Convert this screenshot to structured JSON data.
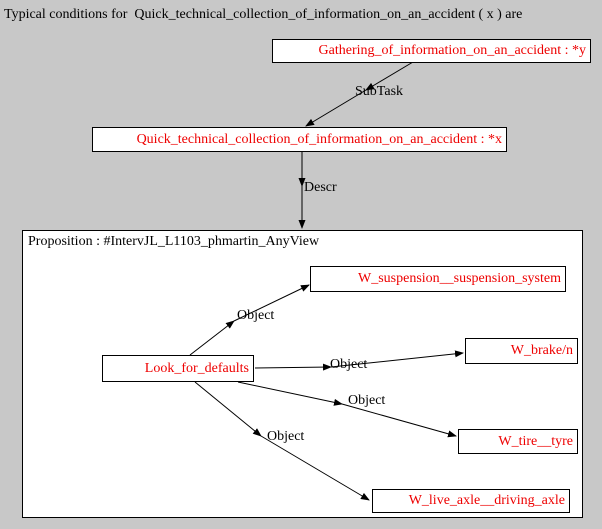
{
  "title": "Typical conditions for  Quick_technical_collection_of_information_on_an_accident ( x ) are",
  "colors": {
    "background": "#c8c8c8",
    "concept_text": "#ee0000",
    "relation_text": "#000000",
    "box_background": "#ffffff",
    "box_border": "#000000"
  },
  "proposition": {
    "label": "Proposition : #IntervJL_L1103_phmartin_AnyView"
  },
  "nodes": {
    "gathering": {
      "label": "Gathering_of_information_on_an_accident : *y"
    },
    "quick": {
      "label": "Quick_technical_collection_of_information_on_an_accident : *x"
    },
    "look": {
      "label": "Look_for_defaults"
    },
    "suspension": {
      "label": "W_suspension__suspension_system"
    },
    "brake": {
      "label": "W_brake/n"
    },
    "tire": {
      "label": "W_tire__tyre"
    },
    "live_axle": {
      "label": "W_live_axle__driving_axle"
    }
  },
  "relations": {
    "subtask": {
      "label": "SubTask"
    },
    "descr": {
      "label": "Descr"
    },
    "object_suspension": {
      "label": "Object"
    },
    "object_brake": {
      "label": "Object"
    },
    "object_tire": {
      "label": "Object"
    },
    "object_live_axle": {
      "label": "Object"
    }
  }
}
